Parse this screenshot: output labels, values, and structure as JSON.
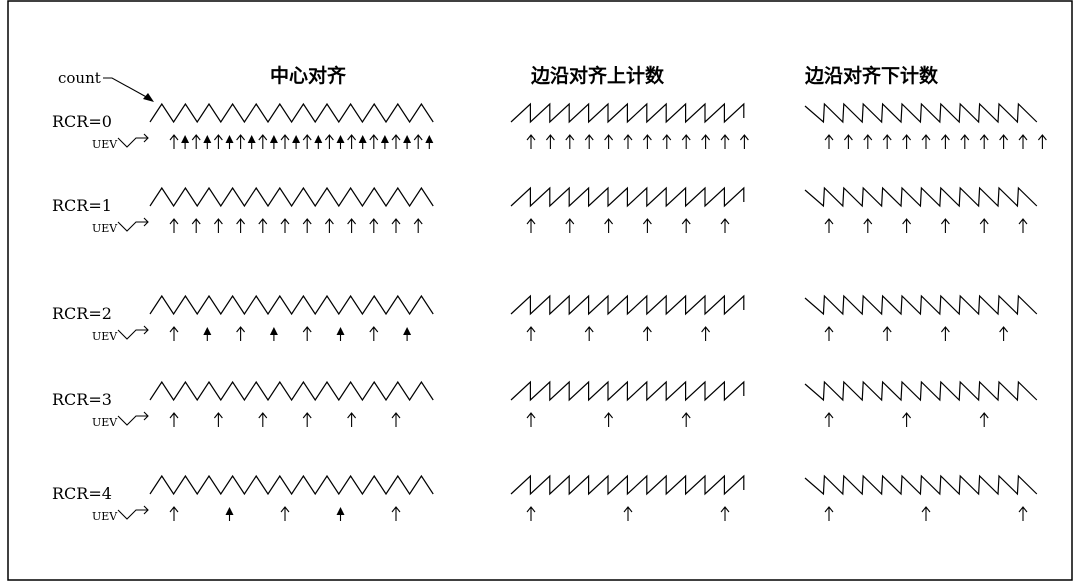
{
  "headers": {
    "center": "中心对齐",
    "edge_up": "边沿对齐上计数",
    "edge_down": "边沿对齐下计数"
  },
  "count_label": "count",
  "uev_label": "UEV",
  "rows": [
    {
      "label": "RCR=0",
      "rcr": 0
    },
    {
      "label": "RCR=1",
      "rcr": 1
    },
    {
      "label": "RCR=2",
      "rcr": 2
    },
    {
      "label": "RCR=3",
      "rcr": 3
    },
    {
      "label": "RCR=4",
      "rcr": 4
    }
  ],
  "periods_per_row": 12,
  "colors": {
    "line": "#000000",
    "background": "#ffffff",
    "border": "#000000"
  }
}
